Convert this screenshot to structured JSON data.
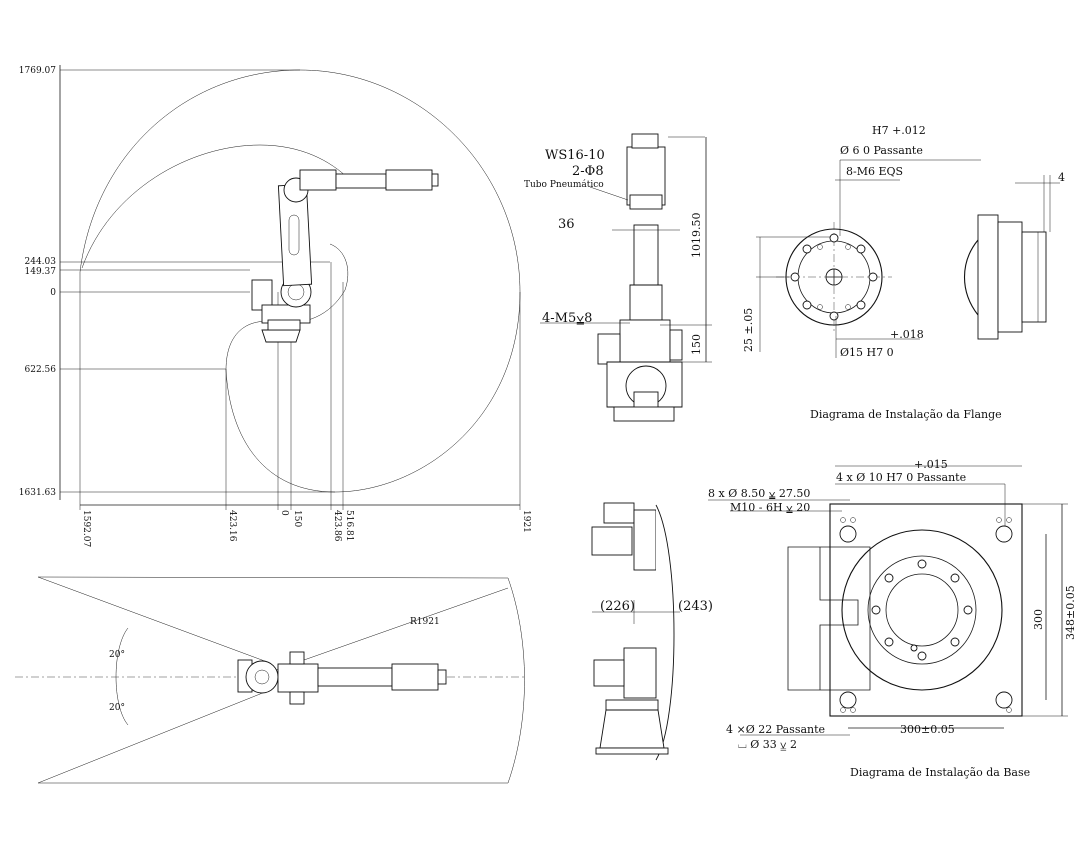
{
  "side_view": {
    "y_labels": [
      "1769.07",
      "244.03",
      "149.37",
      "0",
      "622.56",
      "1631.63"
    ],
    "x_labels": [
      "1592.07",
      "423.16",
      "0",
      "150",
      "423.86",
      "516.81",
      "1921"
    ]
  },
  "top_view": {
    "radius_label": "R1921",
    "angle_upper": "20°",
    "angle_lower": "20°"
  },
  "front_view": {
    "model": "WS16-10",
    "hole_spec": "2-Φ8",
    "tube_label": "Tubo Pneumático",
    "width_36": "36",
    "thread_spec": "4-M5⩣8",
    "height_1019": "1019.50",
    "height_150": "150"
  },
  "rear_view": {
    "dim_226": "(226)",
    "dim_243": "(243)"
  },
  "flange": {
    "tol_top": "H7 +.012",
    "bore_6": "Ø  6     0  Passante",
    "thread": "8-M6 EQS",
    "tol_bottom": "+.018",
    "bore_15": "Ø15 H7   0",
    "offset": "25 ±.05",
    "side_dim": "4",
    "caption": "Diagrama de Instalação da Flange"
  },
  "base": {
    "tol_015": "+.015",
    "holes_10": "4 x Ø  10 H7  0  Passante",
    "holes_850": "8 x Ø 8.50 ⩣ 27.50",
    "thread_m10": "M10 - 6H ⩣ 20",
    "dim_300": "300",
    "dim_348": "348±0.05",
    "dim_300_h": "300±0.05",
    "holes_22": "4 ×Ø 22 Passante",
    "cbore_33": "⌴ Ø  33 ⩣ 2",
    "caption": "Diagrama de Instalação da Base"
  }
}
